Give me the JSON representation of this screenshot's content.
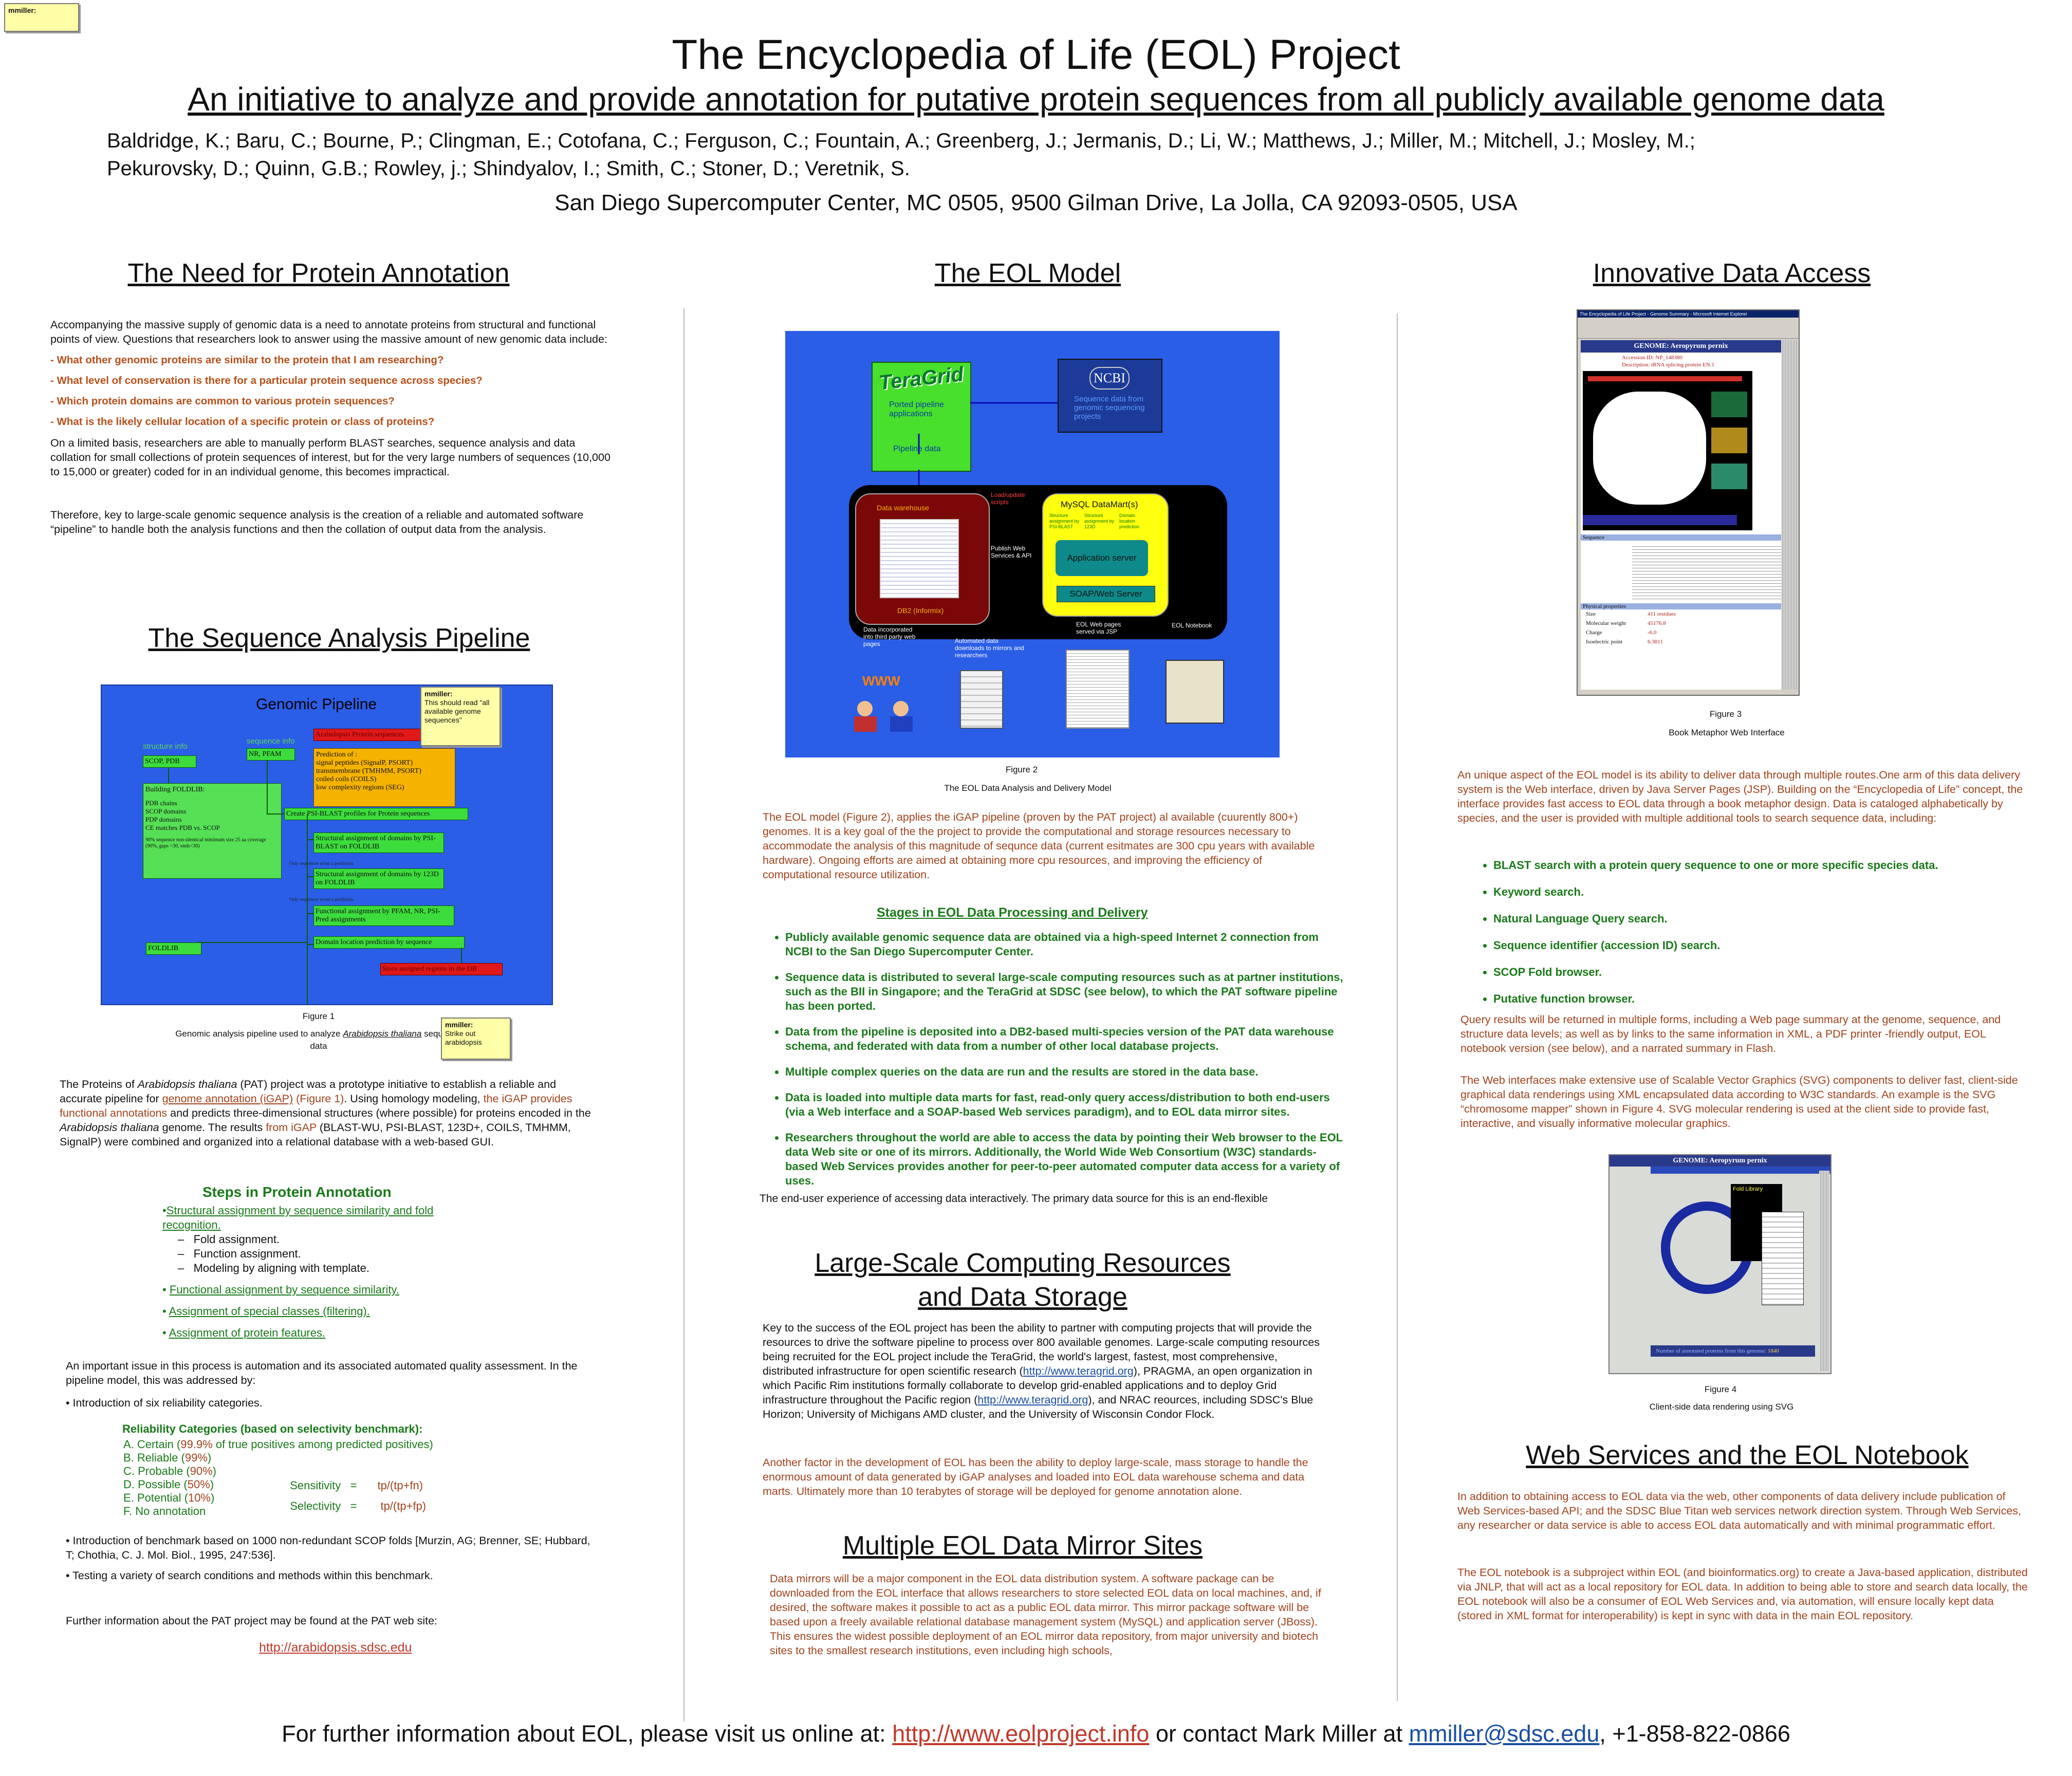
{
  "sticky_top": {
    "author": "mmiller:"
  },
  "header": {
    "title": "The Encyclopedia of Life (EOL) Project",
    "subtitle": "An initiative to analyze and provide annotation for putative protein sequences from all publicly available genome data",
    "authors_line1": "Baldridge, K.; Baru, C.;  Bourne, P.;  Clingman, E.; Cotofana, C.; Ferguson, C.;  Fountain, A.;  Greenberg, J.; Jermanis, D.; Li, W.;  Matthews, J.; Miller, M.; Mitchell, J.; Mosley, M.;",
    "authors_line2": "Pekurovsky, D.; Quinn, G.B.;  Rowley, j.; Shindyalov, I.;  Smith, C.; Stoner, D.; Veretnik, S.",
    "affiliation": "San Diego Supercomputer Center, MC 0505, 9500 Gilman Drive, La Jolla,  CA 92093-0505, USA"
  },
  "col1": {
    "need_title": "The Need for Protein Annotation",
    "need_intro": "Accompanying the massive supply of genomic data is a need to annotate proteins from structural and functional points of view. Questions that researchers look to answer using the massive amount of new genomic data include:",
    "questions": [
      "- What other genomic proteins are similar to the protein that I am researching?",
      "- What level of conservation is there for a particular protein sequence across species?",
      "- Which protein domains are common to various protein sequences?",
      "- What is the likely cellular location of a specific protein or class of proteins?"
    ],
    "need_p2": "On a limited basis, researchers are able to manually perform BLAST searches, sequence analysis and data collation for small collections of protein sequences of interest, but for the very large numbers of sequences (10,000 to 15,000 or greater) coded for in an individual genome, this becomes impractical.",
    "need_p3": "Therefore, key to large-scale genomic sequence analysis is the creation of a reliable and automated software “pipeline” to handle both the analysis functions and then the collation of output data from the analysis.",
    "pipeline_title": "The Sequence Analysis Pipeline",
    "fig1": {
      "title": "Genomic Pipeline",
      "structure_info": "structure info",
      "sequence_info": "sequence info",
      "scop_pdb": "SCOP, PDB",
      "nr_pfam": "NR, PFAM",
      "arabidopsis": "Arabidopsis Protein sequences",
      "building": "Building FOLDLIB:",
      "building_items": "PDB chains\nSCOP domains\nPDP domains\nCE matches PDB vs. SCOP",
      "building_note": "90% sequence non-identical minimum size 25 aa coverage (90%, gaps <30, ends<30)",
      "prediction": "Prediction of :\n  signal peptides (SignalP, PSORT)\n  transmembrane (TMHMM, PSORT)\n  coiled coils (COILS)\n  low complexity regions (SEG)",
      "create_psi": "Create PSI-BLAST profiles for Protein sequences",
      "struct_psi": "Structural assignment of domains by PSI-BLAST on FOLDLIB",
      "only_seq1": "Only sequences w/out a prediction",
      "struct_123d": "Structural assignment of domains by 123D on FOLDLIB",
      "only_seq2": "Only sequences w/out a prediction",
      "functional": "Functional assignment by PFAM, NR, PSI-Pred assignments",
      "domain_loc": "Domain location prediction by sequence",
      "foldlib": "FOLDLIB",
      "store": "Store assigned regions in the DB",
      "figure": "Figure 1",
      "caption_pre": "Genomic analysis pipeline used to analyze ",
      "caption_species": "Arabidopsis thaliana",
      "caption_post": " sequence data"
    },
    "note_fig1_top": {
      "author": "mmiller:",
      "text": "This should read \"all available genome sequences\""
    },
    "note_fig1_bottom": {
      "author": "mmiller:",
      "text": "Strike out arabidopsis"
    },
    "pat_pre": "The Proteins of ",
    "pat_species": "Arabidopsis thaliana",
    "pat_mid": " (PAT) project was a prototype initiative to establish a reliable and accurate pipeline for ",
    "pat_link": "genome annotation (iGAP)",
    "pat_fig": " (Figure 1)",
    "pat_mid2": ". Using homology modeling, ",
    "pat_red": "the iGAP provides functional annotations",
    "pat_mid3": " and predicts three-dimensional structures (where possible) for proteins encoded in the ",
    "pat_species2": "Arabidopsis thaliana",
    "pat_mid4": " genome. The results ",
    "pat_red2": "from iGAP",
    "pat_end": " (BLAST-WU, PSI-BLAST, 123D+, COILS, TMHMM, SignalP) were combined and organized into a relational database with a web-based GUI.",
    "steps_title": "Steps in Protein Annotation",
    "step1": "Structural assignment by sequence similarity and fold recognition.",
    "step1_sub": [
      "Fold assignment.",
      "Function assignment.",
      "Modeling by aligning with template."
    ],
    "step2": "Functional assignment by sequence similarity.",
    "step3": "Assignment of special classes (filtering).",
    "step4": "Assignment of protein features.",
    "auto_p": "An important issue in this process is automation and its associated automated quality assessment. In the pipeline model, this was addressed by:",
    "auto_b1": "• Introduction of six reliability categories.",
    "rel_title": "Reliability Categories (based on selectivity benchmark):",
    "rel": [
      {
        "label": "A. Certain (",
        "pct": "99.9%",
        "rest": " of true positives among predicted positives)"
      },
      {
        "label": "B. Reliable (",
        "pct": "99%",
        "rest": ")"
      },
      {
        "label": "C. Probable (",
        "pct": "90%",
        "rest": ")"
      },
      {
        "label": "D. Possible (",
        "pct": "50%",
        "rest": ")"
      },
      {
        "label": "E. Potential (",
        "pct": "10%",
        "rest": ")"
      },
      {
        "label": "F. No annotation",
        "pct": "",
        "rest": ""
      }
    ],
    "sens_label": "Sensitivity   =",
    "sens_formula": "tp/(tp+fn)",
    "sel_label": "Selectivity   =",
    "sel_formula": "tp/(tp+fp)",
    "bench": "• Introduction of benchmark based on 1000 non-redundant SCOP folds [Murzin, AG; Brenner, SE; Hubbard, T; Chothia, C. J. Mol. Biol., 1995, 247:536].",
    "testing": "• Testing a variety of search conditions and methods within this benchmark.",
    "further": "Further information about the PAT project may be found at the PAT web site:",
    "pat_url": "http://arabidopsis.sdsc.edu"
  },
  "col2": {
    "model_title": "The EOL Model",
    "fig2": {
      "teragrid": "TeraGrid",
      "ported": "Ported pipeline applications",
      "pipeline_data": "Pipeline data",
      "ncbi": "NCBI",
      "ncbi_text": "Sequence data from genomic sequencing projects",
      "dw": "Data warehouse",
      "load": "Load/update scripts",
      "mysql": "MySQL DataMart(s)",
      "dm1": "Structure assignment by PSI-BLAST",
      "dm2": "Structure assignment by 123D",
      "dm3": "Domain location prediction",
      "publish": "Publish Web Services & API",
      "app_server": "Application server",
      "soap": "SOAP/Web Server",
      "db2": "DB2 (Informix)",
      "third_party": "Data incorporated into third party web pages",
      "downloads": "Automated data downloads to mirrors and researchers",
      "eol_web": "EOL Web pages served via JSP",
      "notebook": "EOL Notebook",
      "www": "WWW",
      "figure": "Figure 2",
      "caption": "The EOL Data Analysis and Delivery Model"
    },
    "model_p": "The EOL model (Figure 2), applies the iGAP pipeline (proven by the PAT project) al available (cuurently 800+) genomes. It is a key goal of the the project to provide the computational and storage resources necessary to accommodate the analysis of this magnitude of sequnce data (current esitmates are 300 cpu years with available hardware). Ongoing efforts are aimed at obtaining more cpu resources, and improving the efficiency of computational resource utilization.",
    "stages_title": "Stages in EOL Data Processing and Delivery",
    "stages": [
      "Publicly available genomic sequence data are obtained via a high-speed Internet 2 connection from NCBI to the San Diego Supercomputer Center.",
      "Sequence data is distributed to several large-scale computing resources such as at partner institutions, such as the BII in Singapore; and the TeraGrid at SDSC (see below), to which the PAT software pipeline has been ported.",
      "Data from the pipeline is deposited into a DB2-based multi-species version of the PAT data warehouse schema, and federated with data from a number of other local database projects.",
      "Multiple complex queries on the data are run and the results are stored in the data base.",
      "Data is loaded into multiple data marts for fast, read-only query access/distribution to both end-users (via a Web interface and a SOAP-based Web services paradigm), and to EOL data mirror sites.",
      "Researchers throughout the world are able to access the data by pointing their Web browser to the EOL data Web site or one of its mirrors. Additionally, the World Wide Web Consortium (W3C) standards-based Web Services provides another for peer-to-peer automated computer data access for a variety of uses."
    ],
    "overlap": "The end-user experience of accessing data interactively. The primary data source for this is an end-flexible",
    "computing_title1": "Large-Scale Computing Resources",
    "computing_title2": "and Data Storage",
    "computing_p1_a": "Key to the success of the EOL project has been the ability to partner with computing projects that will provide the resources to drive the software pipeline to process over 800 available genomes. Large-scale computing resources being recruited for the EOL project include the TeraGrid, the world's largest, fastest, most comprehensive, distributed infrastructure for open scientific research (",
    "computing_url1": "http://www.teragrid.org",
    "computing_p1_b": "), PRAGMA, an open organization in which Pacific Rim institutions formally collaborate to develop grid-enabled applications and to deploy Grid infrastructure throughout the Pacific region (",
    "computing_url2": "http://www.teragrid.org",
    "computing_p1_c": "), and NRAC reources, including SDSC's Blue Horizon; University of Michigans AMD cluster, and the University of Wisconsin Condor Flock.",
    "computing_p2": "Another factor in the development of EOL has been the ability to deploy large-scale, mass storage to handle the enormous amount of data generated by iGAP analyses and loaded into EOL data warehouse schema and data marts. Ultimately more than 10 terabytes of storage will be deployed for genome annotation alone.",
    "mirror_title": "Multiple EOL Data Mirror Sites",
    "mirror_p": "Data mirrors will be a major component in the EOL data distribution system. A software package can be downloaded from the EOL interface that allows researchers to store selected EOL data on local machines, and, if desired, the software makes it possible to act as a public EOL data mirror. This mirror package software will be based upon a freely available relational database management system (MySQL) and application server (JBoss). This ensures the widest possible deployment of an EOL mirror data repository, from major university and biotech sites to the smallest research institutions, even including high schools,"
  },
  "col3": {
    "access_title": "Innovative Data Access",
    "fig3": {
      "window_title": "The Encyclopedia of Life Project - Genome Summary - Microsoft Internet Explorer",
      "genome": "GENOME: Aeropyrum pernix",
      "accession": "Accession ID: NP_148380",
      "description": "Description: tRNA splicing protein EN.1",
      "sequence_label": "Sequence",
      "phys_label": "Physical properties",
      "props": [
        [
          "Size",
          "411 residues"
        ],
        [
          "Molecular weight",
          "45176.8"
        ],
        [
          "Charge",
          "-6.0"
        ],
        [
          "Isoelectric point",
          "6.3811"
        ]
      ],
      "figure": "Figure 3",
      "caption": "Book Metaphor Web Interface"
    },
    "access_p1": "An unique aspect of the EOL model is its ability to deliver data through multiple routes.One arm of this data delivery system is the Web interface, driven by Java Server Pages (JSP). Building on the “Encyclopedia of Life” concept, the interface provides fast access to EOL data through a book metaphor design. Data is cataloged alphabetically by species, and the user is provided with multiple additional tools to search sequence data, including:",
    "tools": [
      "BLAST search with a protein query sequence to one or more specific species data.",
      "Keyword search.",
      "Natural Language Query search.",
      "Sequence identifier (accession ID) search.",
      "SCOP Fold browser.",
      "Putative function browser."
    ],
    "access_p2": "Query results will be returned in multiple forms, including a Web page summary at the genome, sequence, and structure data levels; as well as by links to the same information in XML, a PDF printer -friendly output, EOL notebook version (see below), and a narrated summary in Flash.",
    "access_p3": "The Web interfaces make extensive use of Scalable Vector Graphics (SVG) components to deliver fast, client-side graphical data renderings using XML encapsulated data according to W3C standards. An example is the SVG “chromosome mapper” shown in Figure 4. SVG molecular rendering is used at the client side to provide fast, interactive, and visually informative molecular graphics.",
    "fig4": {
      "genome": "GENOME: Aeropyrum pernix",
      "fold_library": "Fold Library",
      "count_label": "Number of annotated proteins from this genome:",
      "count": "1840",
      "figure": "Figure 4",
      "caption": "Client-side data rendering using SVG"
    },
    "ws_title": "Web Services and the EOL Notebook",
    "ws_p1": "In addition to obtaining access to EOL data via the web, other components of data delivery include publication of Web Services-based API; and the SDSC Blue Titan web services network direction system. Through Web Services, any researcher or data service is able to access EOL data automatically and with minimal programmatic effort.",
    "ws_p2": "The EOL notebook is a subproject within EOL (and bioinformatics.org) to create a Java-based application, distributed via JNLP, that will act as a local repository for EOL data. In addition to being able to store and search data locally, the EOL notebook will also be a consumer of EOL Web Services and, via automation, will ensure locally kept data (stored in XML format for interoperability) is kept in sync with data in the main EOL repository."
  },
  "footer": {
    "pre": "For further information about EOL, please visit us online at: ",
    "url": "http://www.eolproject.info",
    "mid": " or contact Mark Miller at ",
    "email": "mmiller@sdsc.edu",
    "post": ", +1-858-822-0866"
  },
  "colors": {
    "accent_red": "#a0431c",
    "green": "#1a7a1a",
    "fig_blue": "#2b5ee6"
  }
}
